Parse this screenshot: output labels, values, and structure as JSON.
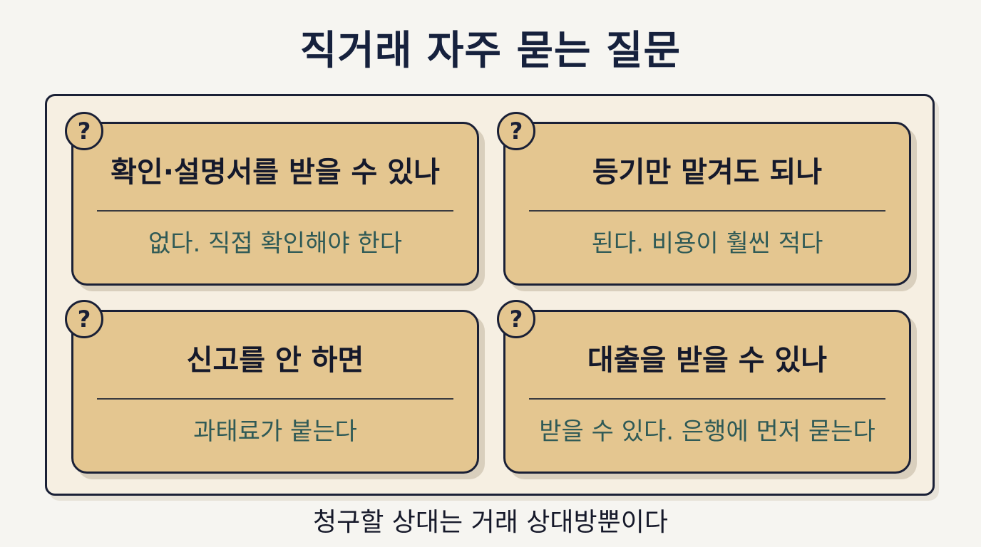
{
  "title": "직거래 자주 묻는 질문",
  "cards": [
    {
      "question": "확인·설명서를 받을 수 있나",
      "answer": "없다. 직접 확인해야 한다"
    },
    {
      "question": "등기만 맡겨도 되나",
      "answer": "된다. 비용이 훨씬 적다"
    },
    {
      "question": "신고를 안 하면",
      "answer": "과태료가 붙는다"
    },
    {
      "question": "대출을 받을 수 있나",
      "answer": "받을 수 있다. 은행에 먼저 묻는다"
    }
  ],
  "badge_symbol": "?",
  "footnote": "청구할 상대는 거래 상대방뿐이다",
  "colors": {
    "background": "#f6f5f1",
    "panel": "#f6efe2",
    "card": "#e4c690",
    "border": "#1a2036",
    "question_text": "#15192b",
    "answer_text": "#2f5a56"
  }
}
